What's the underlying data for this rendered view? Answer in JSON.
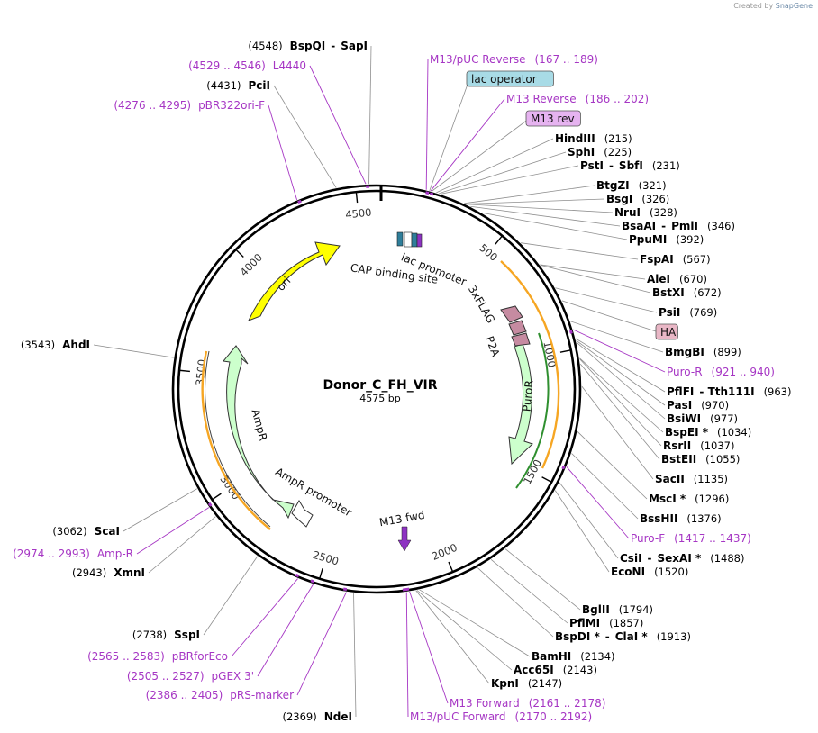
{
  "credit": {
    "prefix": "Created by",
    "brand": "SnapGene"
  },
  "title": {
    "name": "Donor_C_FH_VIR",
    "size": "4575 bp"
  },
  "ticks": [
    "500",
    "1000",
    "1500",
    "2000",
    "2500",
    "3000",
    "3500",
    "4000",
    "4500"
  ],
  "features": {
    "ori": "ori",
    "cap": "CAP binding site",
    "lacp": "lac promoter",
    "flag": "3xFLAG",
    "p2a": "P2A",
    "puro": "PuroR",
    "amp": "AmpR",
    "ampp": "AmpR promoter",
    "m13fwd": "M13 fwd"
  },
  "labels": [
    {
      "id": "bspqi",
      "type": "enzyme",
      "pos": "(4548)",
      "name": "BspQI",
      "name2": "SapI"
    },
    {
      "id": "l4440",
      "type": "primer",
      "pos": "(4529 .. 4546)",
      "name": "L4440"
    },
    {
      "id": "pcii",
      "type": "enzyme",
      "pos": "(4431)",
      "name": "PciI"
    },
    {
      "id": "pbr322",
      "type": "primer",
      "pos": "(4276 .. 4295)",
      "name": "pBR322ori-F"
    },
    {
      "id": "ahdi",
      "type": "enzyme",
      "pos": "(3543)",
      "name": "AhdI"
    },
    {
      "id": "scai",
      "type": "enzyme",
      "pos": "(3062)",
      "name": "ScaI"
    },
    {
      "id": "ampr_p",
      "type": "primer",
      "pos": "(2974 .. 2993)",
      "name": "Amp-R"
    },
    {
      "id": "xmni",
      "type": "enzyme",
      "pos": "(2943)",
      "name": "XmnI"
    },
    {
      "id": "sspi",
      "type": "enzyme",
      "pos": "(2738)",
      "name": "SspI"
    },
    {
      "id": "pbrfor",
      "type": "primer",
      "pos": "(2565 .. 2583)",
      "name": "pBRforEco"
    },
    {
      "id": "pgex",
      "type": "primer",
      "pos": "(2505 .. 2527)",
      "name": "pGEX 3'"
    },
    {
      "id": "prs",
      "type": "primer",
      "pos": "(2386 .. 2405)",
      "name": "pRS-marker"
    },
    {
      "id": "ndei",
      "type": "enzyme",
      "pos": "(2369)",
      "name": "NdeI"
    },
    {
      "id": "m13puc_rev",
      "type": "primer",
      "name": "M13/pUC Reverse",
      "pos": "(167 .. 189)"
    },
    {
      "id": "lacop",
      "type": "feature",
      "name": "lac operator"
    },
    {
      "id": "m13rev_p",
      "type": "primer",
      "name": "M13 Reverse",
      "pos": "(186 .. 202)"
    },
    {
      "id": "m13rev_f",
      "type": "feature",
      "name": "M13 rev"
    },
    {
      "id": "hindiii",
      "type": "enzyme",
      "name": "HindIII",
      "pos": "(215)"
    },
    {
      "id": "sphi",
      "type": "enzyme",
      "name": "SphI",
      "pos": "(225)"
    },
    {
      "id": "psti",
      "type": "enzyme",
      "name": "PstI",
      "name2": "SbfI",
      "pos": "(231)"
    },
    {
      "id": "btgzi",
      "type": "enzyme",
      "name": "BtgZI",
      "pos": "(321)"
    },
    {
      "id": "bsgi",
      "type": "enzyme",
      "name": "BsgI",
      "pos": "(326)"
    },
    {
      "id": "krui",
      "type": "enzyme",
      "name": "NruI",
      "pos": "(328)"
    },
    {
      "id": "bsaai",
      "type": "enzyme",
      "name": "BsaAI",
      "name2": "PmlI",
      "pos": "(346)"
    },
    {
      "id": "ppumi",
      "type": "enzyme",
      "name": "PpuMI",
      "pos": "(392)"
    },
    {
      "id": "fspai",
      "type": "enzyme",
      "name": "FspAI",
      "pos": "(567)"
    },
    {
      "id": "alei",
      "type": "enzyme",
      "name": "AleI",
      "pos": "(670)"
    },
    {
      "id": "bstxi",
      "type": "enzyme",
      "name": "BstXI",
      "pos": "(672)"
    },
    {
      "id": "psii",
      "type": "enzyme",
      "name": "PsiI",
      "pos": "(769)"
    },
    {
      "id": "ha",
      "type": "feature",
      "name": "HA"
    },
    {
      "id": "bmgbi",
      "type": "enzyme",
      "name": "BmgBI",
      "pos": "(899)"
    },
    {
      "id": "puror_p",
      "type": "primer",
      "name": "Puro-R",
      "pos": "(921 .. 940)"
    },
    {
      "id": "pflfi",
      "type": "enzyme",
      "name": "PflFI",
      "name2": "Tth111I",
      "pos": "(963)"
    },
    {
      "id": "pasi",
      "type": "enzyme",
      "name": "PasI",
      "pos": "(970)"
    },
    {
      "id": "bsiwi",
      "type": "enzyme",
      "name": "BsiWI",
      "pos": "(977)"
    },
    {
      "id": "bspei",
      "type": "enzyme",
      "name": "BspEI *",
      "pos": "(1034)"
    },
    {
      "id": "rsrii",
      "type": "enzyme",
      "name": "RsrII",
      "pos": "(1037)"
    },
    {
      "id": "bsteii",
      "type": "enzyme",
      "name": "BstEII",
      "pos": "(1055)"
    },
    {
      "id": "sacii",
      "type": "enzyme",
      "name": "SacII",
      "pos": "(1135)"
    },
    {
      "id": "msci",
      "type": "enzyme",
      "name": "MscI *",
      "pos": "(1296)"
    },
    {
      "id": "bsshii",
      "type": "enzyme",
      "name": "BssHII",
      "pos": "(1376)"
    },
    {
      "id": "purof_p",
      "type": "primer",
      "name": "Puro-F",
      "pos": "(1417 .. 1437)"
    },
    {
      "id": "csii",
      "type": "enzyme",
      "name": "CsiI",
      "name2": "SexAI *",
      "pos": "(1488)"
    },
    {
      "id": "ecoNi",
      "type": "enzyme",
      "name": "EcoNI",
      "pos": "(1520)"
    },
    {
      "id": "bglii",
      "type": "enzyme",
      "name": "BglII",
      "pos": "(1794)"
    },
    {
      "id": "pflmi",
      "type": "enzyme",
      "name": "PflMI",
      "pos": "(1857)"
    },
    {
      "id": "bspdi",
      "type": "enzyme",
      "name": "BspDI *",
      "name2": "ClaI *",
      "pos": "(1913)"
    },
    {
      "id": "bamhi",
      "type": "enzyme",
      "name": "BamHI",
      "pos": "(2134)"
    },
    {
      "id": "acc65i",
      "type": "enzyme",
      "name": "Acc65I",
      "pos": "(2143)"
    },
    {
      "id": "kpni",
      "type": "enzyme",
      "name": "KpnI",
      "pos": "(2147)"
    },
    {
      "id": "m13fwd_p",
      "type": "primer",
      "name": "M13 Forward",
      "pos": "(2161 .. 2178)"
    },
    {
      "id": "m13puc_fwd",
      "type": "primer",
      "name": "M13/pUC Forward",
      "pos": "(2170 .. 2192)"
    }
  ],
  "colors": {
    "ori": "#ffff00",
    "puro": "#ccffcc",
    "amp": "#ccffcc",
    "flag": "#c68ba1",
    "primer": "#a636c4",
    "orange": "#f6a623",
    "lacop_box": "#a8dbe6",
    "m13rev_box": "#e6b3f0",
    "ha_box": "#e9b7c6",
    "cap": "#2f7e9a"
  }
}
